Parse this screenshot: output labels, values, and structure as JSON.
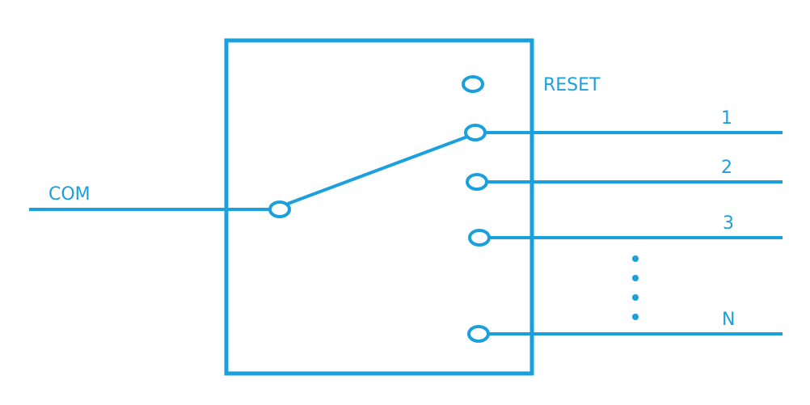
{
  "colors": {
    "stroke": "#1aa0dc",
    "background": "#ffffff"
  },
  "labels": {
    "com": "COM",
    "reset": "RESET",
    "out_1": "1",
    "out_2": "2",
    "out_3": "3",
    "out_n": "N"
  }
}
